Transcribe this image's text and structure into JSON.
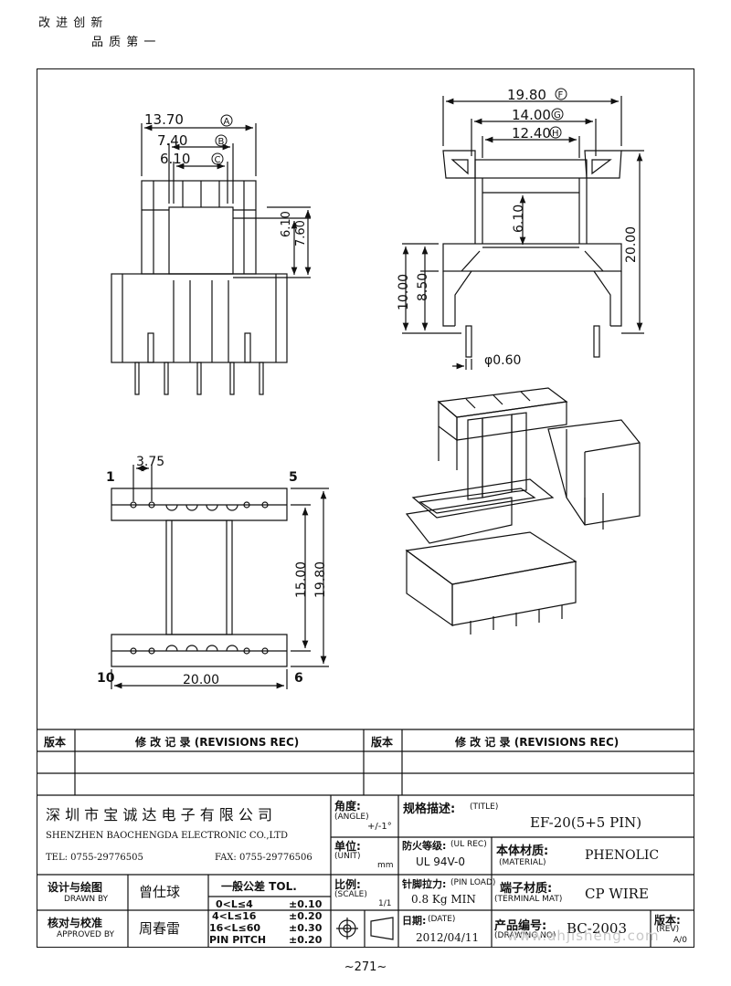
{
  "header": {
    "slogan_line1": "改 进 创 新",
    "slogan_line2": "品 质 第 一"
  },
  "drawing": {
    "front_view": {
      "dim_a": "13.70",
      "dim_b": "7.40",
      "dim_c": "6.10",
      "dim_d": "6.10",
      "dim_e": "7.60"
    },
    "side_view": {
      "dim_f": "19.80",
      "dim_g": "14.00",
      "dim_h": "12.40",
      "dim_core": "6.10",
      "dim_k": "20.00",
      "dim_i": "10.00",
      "dim_j": "8.50",
      "dim_l": "φ0.60"
    },
    "bottom_view": {
      "pin1": "1",
      "pin5": "5",
      "pin10": "10",
      "pin6": "6",
      "dim_m": "3.75",
      "dim_n": "15.00",
      "dim_o": "19.80",
      "dim_p": "20.00"
    }
  },
  "revisions": {
    "col_rev": "版本",
    "col_record": "修  改  记  录   (REVISIONS REC)"
  },
  "title_block": {
    "company_cn": "深 圳 市 宝 诚 达 电 子 有 限 公 司",
    "company_en": "SHENZHEN BAOCHENGDA ELECTRONIC CO.,LTD",
    "tel": "TEL: 0755-29776505",
    "fax": "FAX: 0755-29776506",
    "angle_label": "角度:",
    "angle_en": "(ANGLE)",
    "angle_value": "+/-1°",
    "unit_label": "单位:",
    "unit_en": "(UNIT)",
    "unit_value": "mm",
    "scale_label": "比例:",
    "scale_en": "(SCALE)",
    "scale_value": "1/1",
    "title_label": "规格描述:",
    "title_en": "(TITLE)",
    "title_value": "EF-20(5+5 PIN)",
    "fire_label": "防火等级:",
    "fire_en": "(UL REC)",
    "fire_value": "UL 94V-0",
    "material_label": "本体材质:",
    "material_en": "(MATERIAL)",
    "material_value": "PHENOLIC",
    "pinload_label": "针脚拉力:",
    "pinload_en": "(PIN LOAD)",
    "pinload_value": "0.8 Kg MIN",
    "terminal_label": "端子材质:",
    "terminal_en": "(TERMINAL MAT)",
    "terminal_value": "CP WIRE",
    "date_label": "日期:",
    "date_en": "(DATE)",
    "date_value": "2012/04/11",
    "drawing_no_label": "产品编号:",
    "drawing_no_en": "(DRAWING NO)",
    "drawing_no_value": "BC-2003",
    "rev_label": "版本:",
    "rev_en": "(REV)",
    "rev_value": "A/0",
    "designer_label": "设计与绘图",
    "designer_en": "DRAWN BY",
    "designer_name": "曾仕球",
    "approver_label": "核对与校准",
    "approver_en": "APPROVED BY",
    "approver_name": "周春雷",
    "tol_title": "一般公差 TOL.",
    "tol_rows": [
      {
        "range": "0<L≤4",
        "value": "±0.10"
      },
      {
        "range": "4<L≤16",
        "value": "±0.20"
      },
      {
        "range": "16<L≤60",
        "value": "±0.30"
      },
      {
        "range": "PIN PITCH",
        "value": "±0.20"
      }
    ]
  },
  "footer": {
    "page": "~271~"
  },
  "watermark": "www.ahjisheng.com"
}
